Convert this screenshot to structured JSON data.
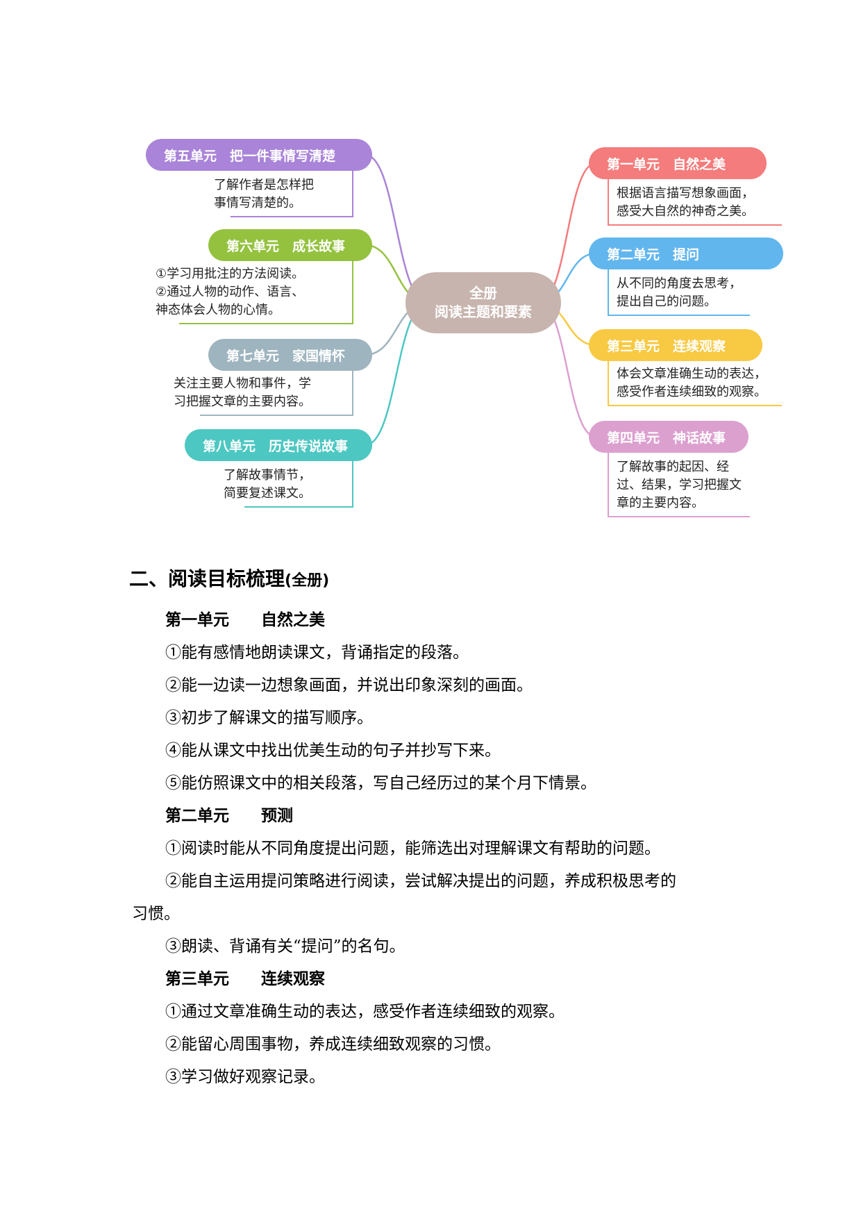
{
  "mindmap": {
    "center": {
      "line1": "全册",
      "line2": "阅读主题和要素",
      "color": "#c7b4ae"
    },
    "units": [
      {
        "title": "第一单元　自然之美",
        "color": "#f47c7c",
        "desc": [
          "根据语言描写想象画面，",
          "感受大自然的神奇之美。"
        ]
      },
      {
        "title": "第二单元　提问",
        "color": "#62b6ee",
        "desc": [
          "从不同的角度去思考，",
          "提出自己的问题。"
        ]
      },
      {
        "title": "第三单元　连续观察",
        "color": "#f8c943",
        "desc": [
          "体会文章准确生动的表达，",
          "感受作者连续细致的观察。"
        ]
      },
      {
        "title": "第四单元　神话故事",
        "color": "#dca0cf",
        "desc": [
          "了解故事的起因、经",
          "过、结果，学习把握文",
          "章的主要内容。"
        ]
      },
      {
        "title": "第五单元　把一件事情写清楚",
        "color": "#a984d8",
        "desc": [
          "了解作者是怎样把",
          "事情写清楚的。"
        ]
      },
      {
        "title": "第六单元　成长故事",
        "color": "#94c23f",
        "desc": [
          "①学习用批注的方法阅读。",
          "②通过人物的动作、语言、",
          "神态体会人物的心情。"
        ]
      },
      {
        "title": "第七单元　家国情怀",
        "color": "#9eb4bf",
        "desc": [
          "关注主要人物和事件，学",
          "习把握文章的主要内容。"
        ]
      },
      {
        "title": "第八单元　历史传说故事",
        "color": "#4dc7c2",
        "desc": [
          "了解故事情节，",
          "简要复述课文。"
        ]
      }
    ]
  },
  "section": {
    "title": "二、阅读目标梳理",
    "subtitle": "(全册)"
  },
  "goals": [
    {
      "heading": "第一单元　　自然之美",
      "lines": [
        [
          "①能有感情地朗读课文，背诵指定的段落。"
        ],
        [
          "②能一边读一边想象画面，并说出印象深刻的画面。"
        ],
        [
          "③初步了解课文的描写顺序。"
        ],
        [
          "④能从课文中找出优美生动的句子并抄写下来。"
        ],
        [
          "⑤能仿照课文中的相关段落，写自己经历过的某个月下情景。"
        ]
      ]
    },
    {
      "heading": "第二单元　　预测",
      "lines": [
        [
          "①阅读时能从不同角度提出问题，能筛选出对理解课文有帮助的问题。"
        ],
        [
          "②能自主运用提问策略进行阅读，尝试解决提出的问题，养成积极思考的",
          "习惯。"
        ],
        [
          "③朗读、背诵有关“提问”的名句。"
        ]
      ]
    },
    {
      "heading": "第三单元　　连续观察",
      "lines": [
        [
          "①通过文章准确生动的表达，感受作者连续细致的观察。"
        ],
        [
          "②能留心周围事物，养成连续细致观察的习惯。"
        ],
        [
          "③学习做好观察记录。"
        ]
      ]
    }
  ]
}
